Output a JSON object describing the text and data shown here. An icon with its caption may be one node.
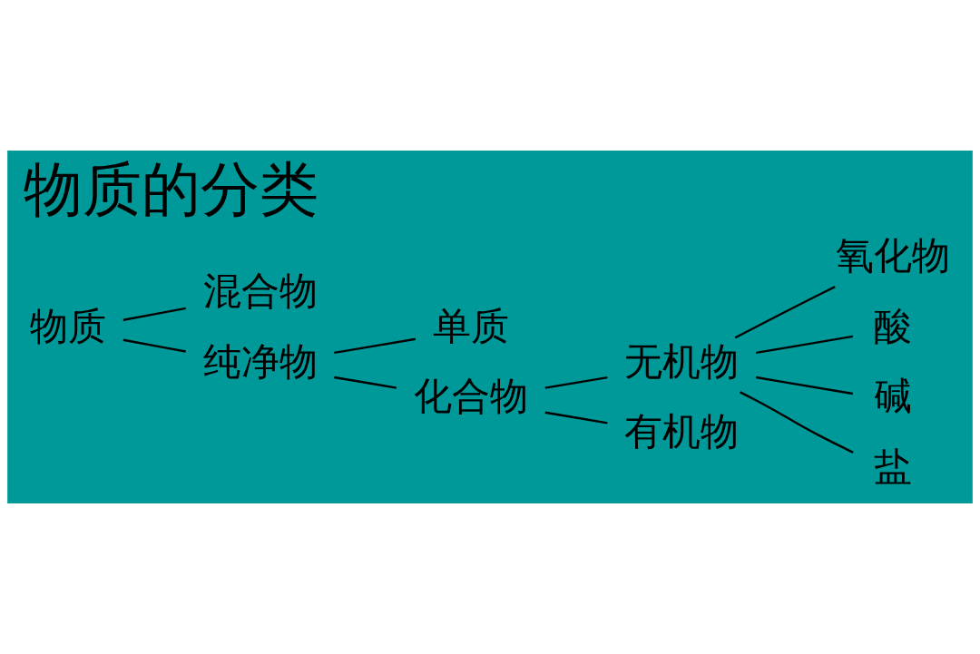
{
  "diagram": {
    "title": "物质的分类",
    "nodes": [
      {
        "text": [
          "物质"
        ]
      },
      {
        "text": [
          "混合物"
        ]
      },
      {
        "text": [
          "纯净物"
        ]
      },
      {
        "text": [
          "单质"
        ]
      },
      {
        "text": [
          "化合物"
        ]
      },
      {
        "text": [
          "无机物"
        ]
      },
      {
        "text": [
          "有机物"
        ]
      },
      {
        "text": [
          "氧化物"
        ]
      },
      {
        "text": [
          "酸"
        ]
      },
      {
        "text": [
          "碱"
        ]
      },
      {
        "text": [
          "盐"
        ]
      }
    ],
    "edges": [
      {
        "from": 0,
        "to": 1,
        "arrow": "none"
      },
      {
        "from": 0,
        "to": 2,
        "arrow": "none"
      },
      {
        "from": 2,
        "to": 3,
        "arrow": "none"
      },
      {
        "from": 2,
        "to": 4,
        "arrow": "none"
      },
      {
        "from": 4,
        "to": 5,
        "arrow": "none"
      },
      {
        "from": 4,
        "to": 6,
        "arrow": "none"
      },
      {
        "from": 5,
        "to": 7,
        "arrow": "none"
      },
      {
        "from": 5,
        "to": 8,
        "arrow": "none"
      },
      {
        "from": 5,
        "to": 9,
        "arrow": "none"
      },
      {
        "from": 5,
        "to": 10,
        "arrow": "none"
      }
    ]
  }
}
